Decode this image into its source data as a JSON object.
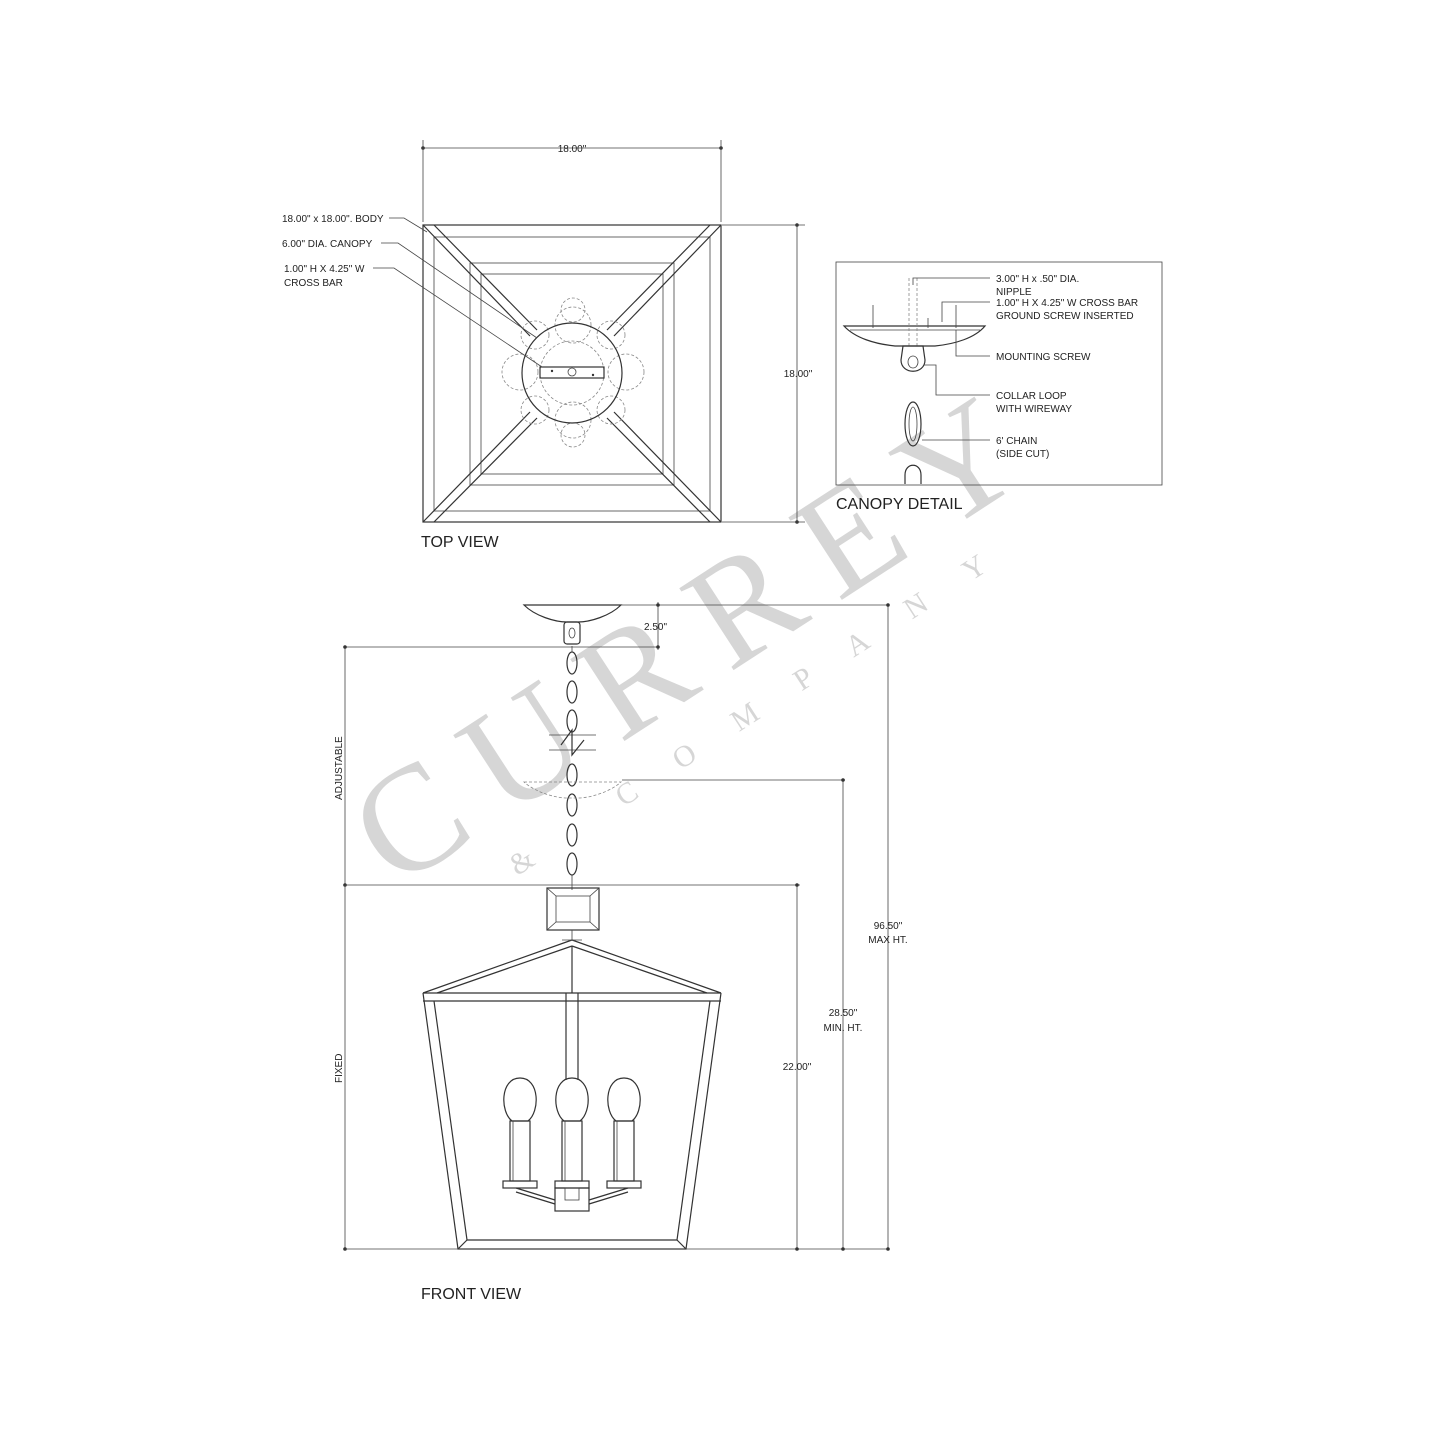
{
  "top_view": {
    "title": "TOP VIEW",
    "width_dim": "18.00\"",
    "height_dim": "18.00\"",
    "callouts": {
      "body": "18.00\" x 18.00\". BODY",
      "canopy": "6.00\" DIA. CANOPY",
      "crossbar_1": "1.00\" H X 4.25\" W",
      "crossbar_2": "CROSS BAR"
    }
  },
  "canopy_detail": {
    "title": "CANOPY DETAIL",
    "callouts": {
      "nipple_1": "3.00\" H x .50\" DIA.",
      "nipple_2": "NIPPLE",
      "crossbar_1": "1.00\" H X 4.25\" W CROSS BAR",
      "crossbar_2": "GROUND SCREW INSERTED",
      "mounting": "MOUNTING SCREW",
      "collar_1": "COLLAR LOOP",
      "collar_2": "WITH WIREWAY",
      "chain_1": "6' CHAIN",
      "chain_2": "(SIDE CUT)"
    }
  },
  "front_view": {
    "title": "FRONT VIEW",
    "canopy_dim": "2.50\"",
    "adjustable": "ADJUSTABLE",
    "fixed": "FIXED",
    "fixed_dim": "22.00\"",
    "min_dim_1": "28.50\"",
    "min_dim_2": "MIN. HT.",
    "max_dim_1": "96.50\"",
    "max_dim_2": "MAX HT."
  },
  "watermark": {
    "brand": "CURREY",
    "sub": "& COMPANY"
  }
}
